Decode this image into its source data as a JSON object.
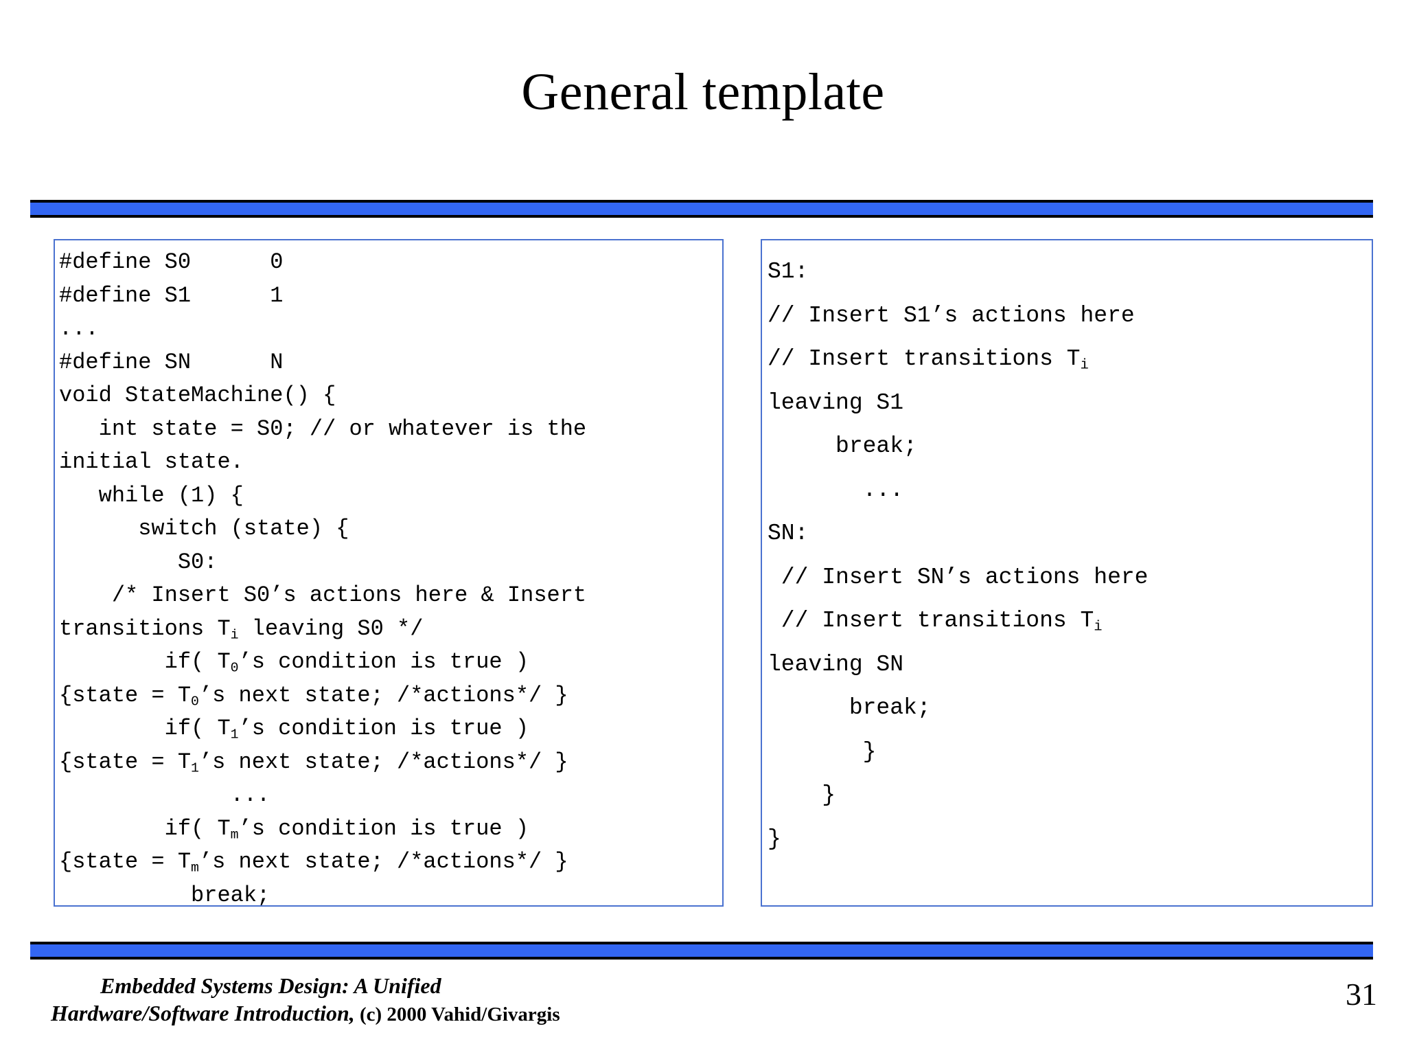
{
  "slide": {
    "title": "General template",
    "page_number": "31",
    "accent_color": "#3366F2",
    "box_border_color": "#4A72D0"
  },
  "left_code_box": {
    "lines": [
      "#define S0      0",
      "#define S1      1",
      "...",
      "#define SN      N",
      "void StateMachine() {",
      "   int state = S0; // or whatever is the",
      "initial state.",
      "   while (1) {",
      "      switch (state) {",
      "         S0:",
      "    /* Insert S0’s actions here & Insert",
      "transitions Tᵢ leaving S0 */",
      "        if( T₀’s condition is true )",
      "{state = T₀’s next state; /*actions*/ }",
      "        if( T₁’s condition is true )",
      "{state = T₁’s next state; /*actions*/ }",
      "             ...",
      "        if( Tₘ’s condition is true )",
      "{state = Tₘ’s next state; /*actions*/ }",
      "          break;"
    ],
    "lines_markup": [
      "#define S0      0",
      "#define S1      1",
      "...",
      "#define SN      N",
      "void StateMachine() {",
      "   int state = S0; // or whatever is the",
      "initial state.",
      "   while (1) {",
      "      switch (state) {",
      "         S0:",
      "    /* Insert S0’s actions here &amp; Insert",
      "transitions T<sub>i</sub> leaving S0 */",
      "        if( T<sub>0</sub>’s condition is true )",
      "{state = T<sub>0</sub>’s next state; /*actions*/ }",
      "        if( T<sub>1</sub>’s condition is true )",
      "{state = T<sub>1</sub>’s next state; /*actions*/ }",
      "             ...",
      "        if( T<sub>m</sub>’s condition is true )",
      "{state = T<sub>m</sub>’s next state; /*actions*/ }",
      "          break;"
    ]
  },
  "right_code_box": {
    "lines": [
      "S1:",
      "// Insert S1’s actions here",
      "// Insert transitions Tᵢ",
      "leaving S1",
      "     break;",
      "       ...",
      "SN:",
      " // Insert SN’s actions here",
      " // Insert transitions Tᵢ",
      "leaving SN",
      "      break;",
      "       }",
      "    }",
      "}"
    ],
    "lines_markup": [
      "S1:",
      "// Insert S1’s actions here",
      "// Insert transitions T<sub>i</sub>",
      "leaving S1",
      "     break;",
      "       ...",
      "SN:",
      " // Insert SN’s actions here",
      " // Insert transitions T<sub>i</sub>",
      "leaving SN",
      "      break;",
      "       }",
      "    }",
      "}"
    ]
  },
  "footer": {
    "book_line1": "Embedded Systems Design: A Unified",
    "book_line2": "Hardware/Software Introduction,",
    "copyright": "(c) 2000 Vahid/Givargis"
  }
}
